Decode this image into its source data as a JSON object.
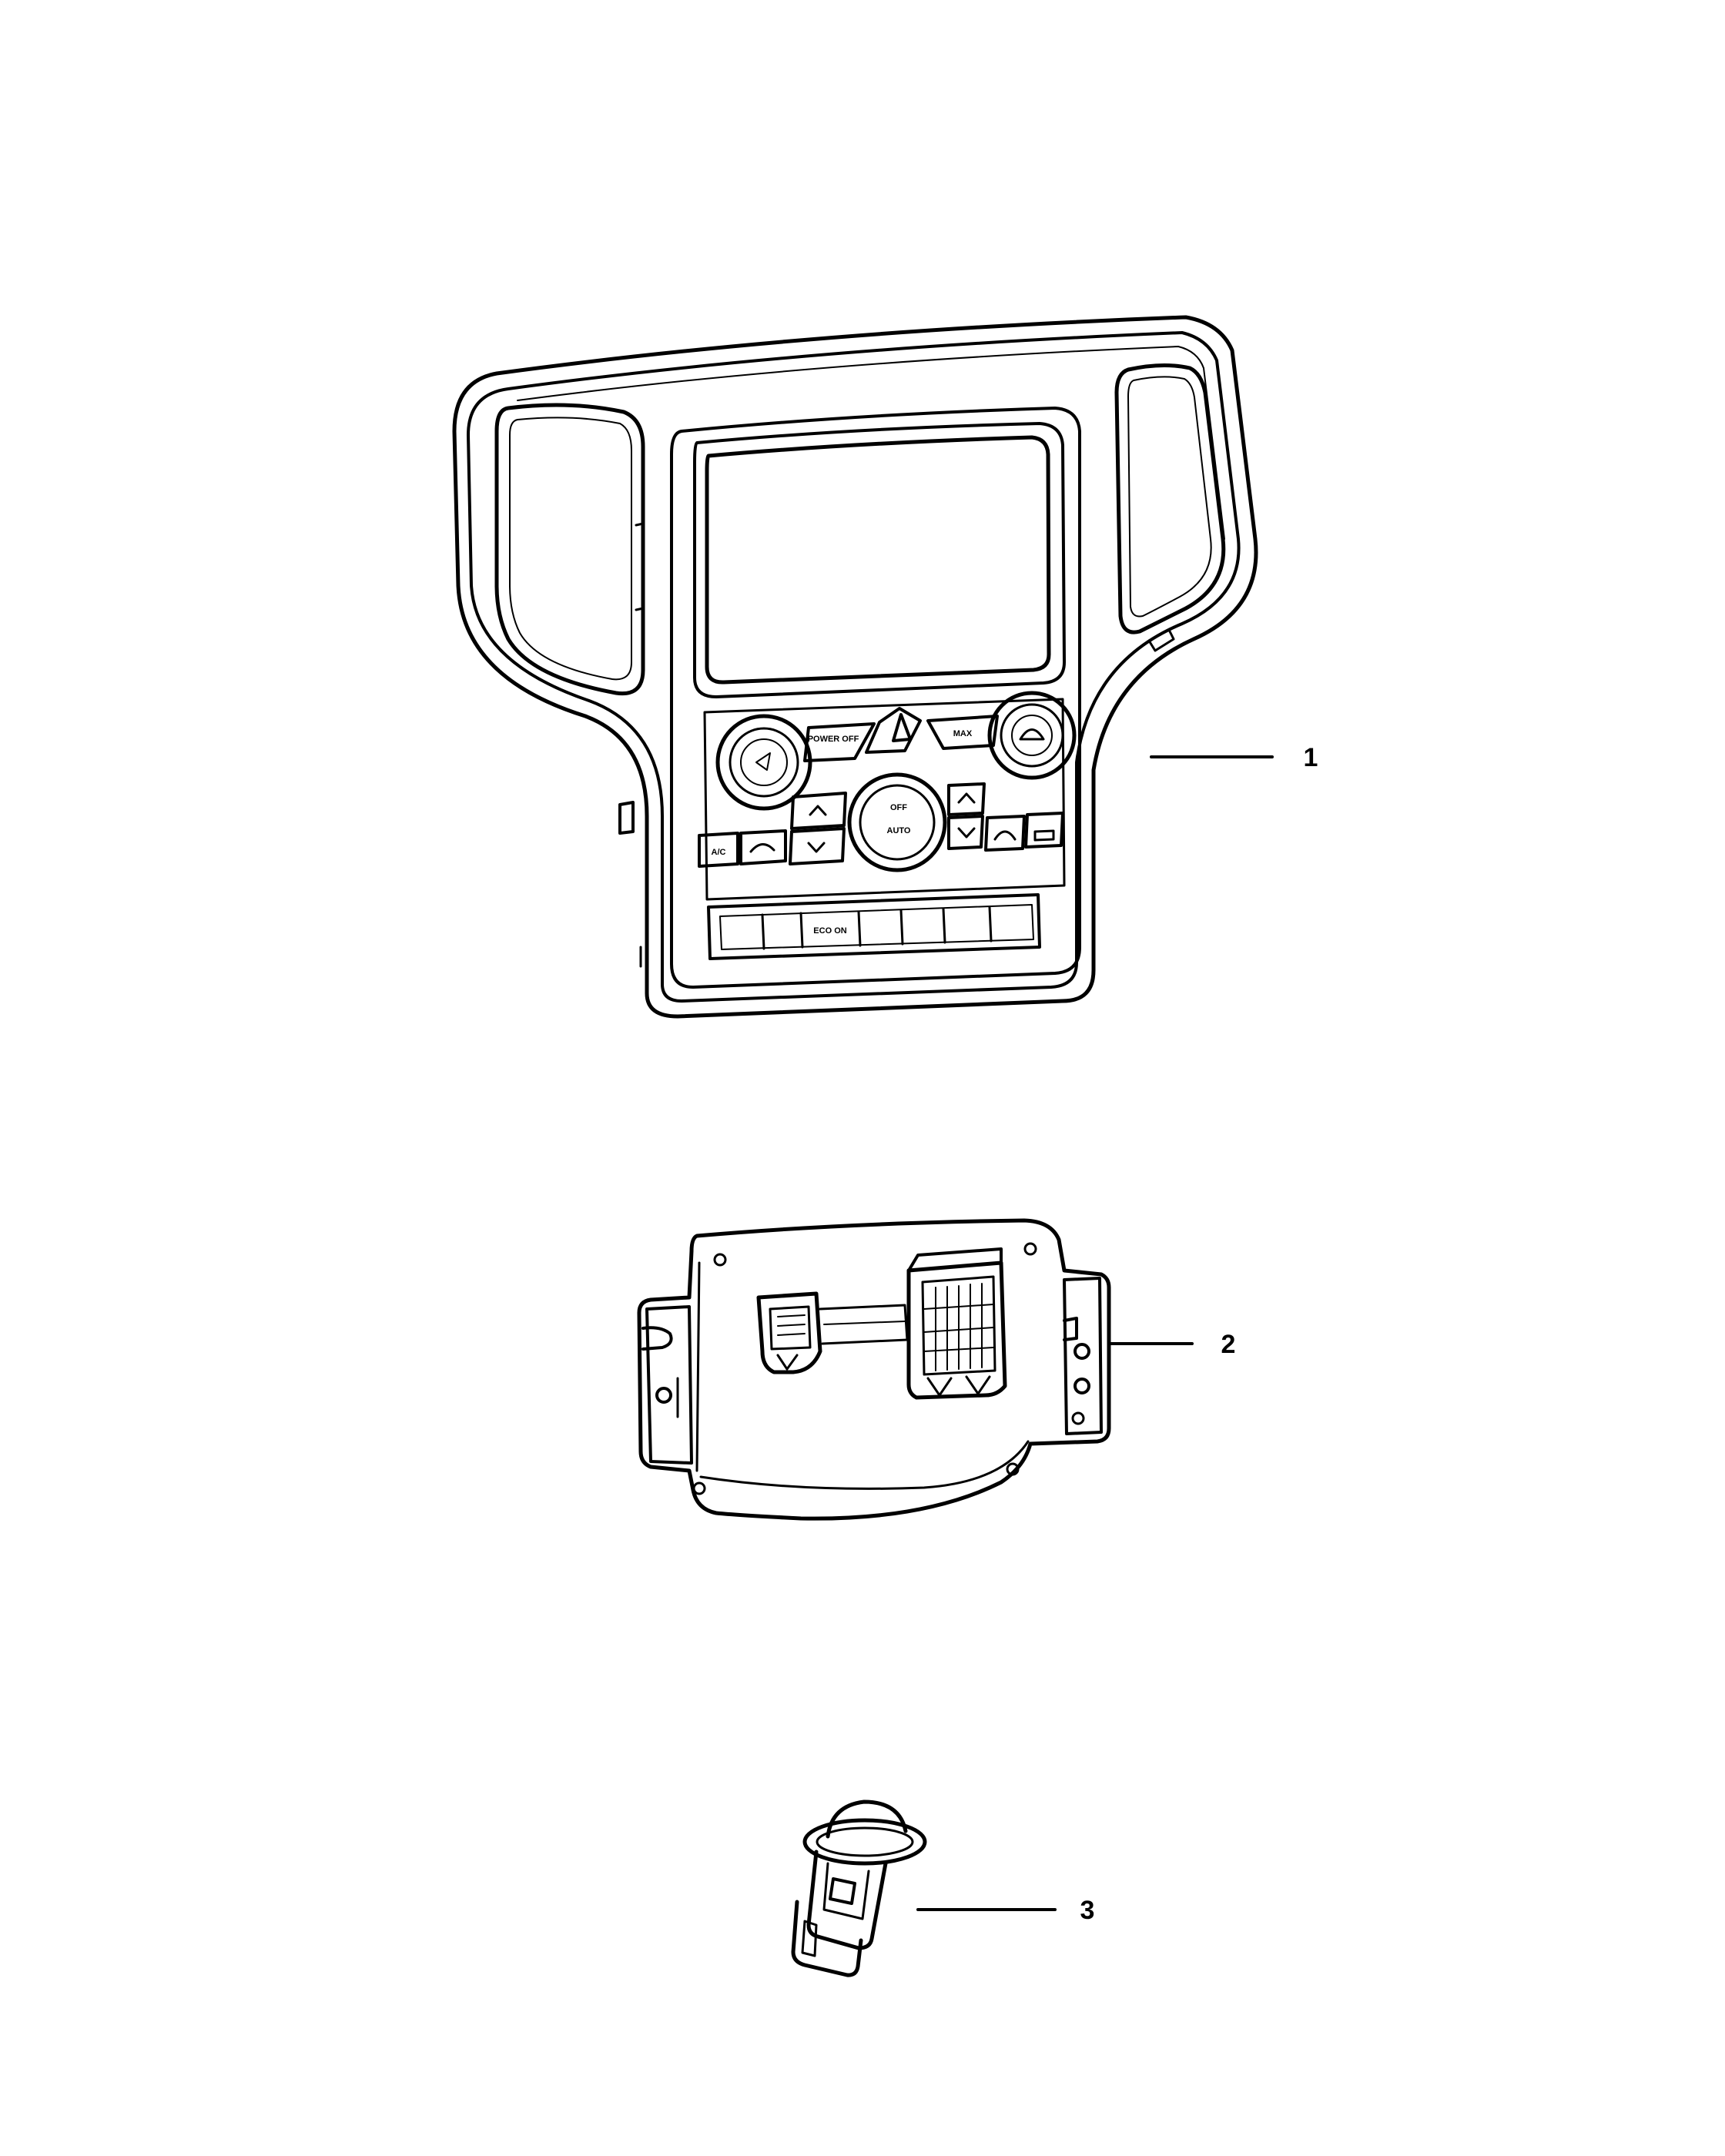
{
  "callouts": [
    {
      "label": "1",
      "part": "integrated center stack bezel with climate controls"
    },
    {
      "label": "2",
      "part": "control module"
    },
    {
      "label": "3",
      "part": "sensor"
    }
  ],
  "panel_buttons": {
    "power_off": "POWER OFF",
    "max": "MAX",
    "off": "OFF",
    "auto": "AUTO",
    "ac": "A/C",
    "eco_on": "ECO ON"
  },
  "icons": [
    "hazard-icon",
    "fan-icon",
    "temperature-knob-icon",
    "defrost-icon",
    "recirculation-icon",
    "chevron-up-icon",
    "chevron-down-icon"
  ]
}
